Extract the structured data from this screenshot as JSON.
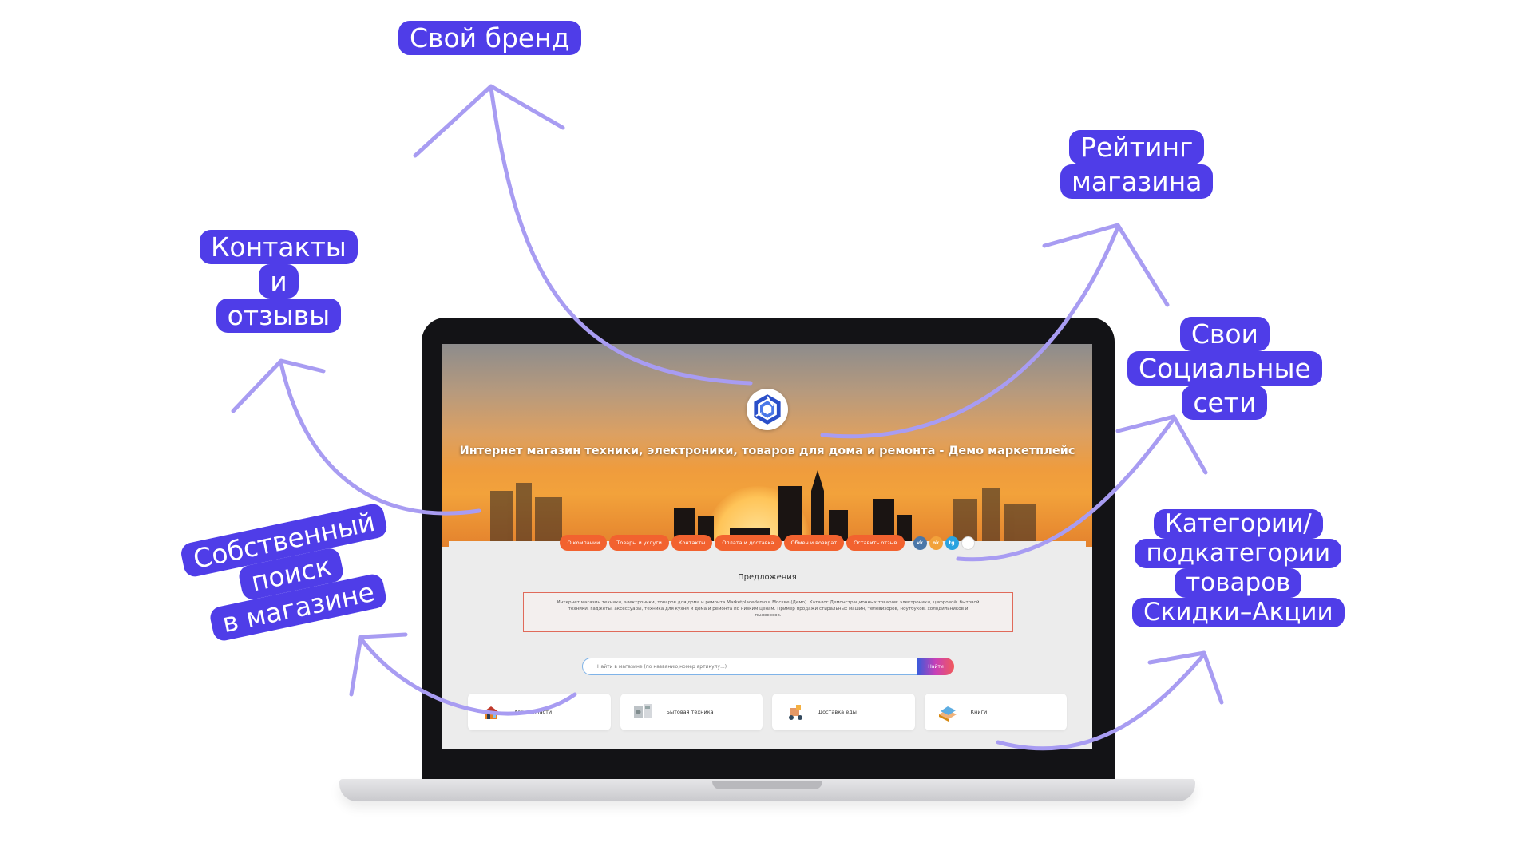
{
  "callouts": {
    "brand": [
      "Свой бренд"
    ],
    "rating": [
      "Рейтинг",
      "магазина"
    ],
    "contacts": [
      "Контакты",
      "и",
      "отзывы"
    ],
    "social": [
      "Свои",
      "Социальные",
      "сети"
    ],
    "search": [
      "Собственный",
      "поиск",
      "в магазине"
    ],
    "categories": [
      "Категории/",
      "подкатегории",
      "товаров",
      "Скидки–Акции"
    ]
  },
  "site": {
    "title": "Интернет магазин техники, электроники, товаров для дома и ремонта - Демо маркетплейс",
    "nav": [
      "О компании",
      "Товары и услуги",
      "Контакты",
      "Оплата и доставка",
      "Обмен и возврат",
      "Оставить отзыв"
    ],
    "social": [
      {
        "icon": "vk-icon",
        "label": "vk",
        "color": "#4a76a8"
      },
      {
        "icon": "ok-icon",
        "label": "ok",
        "color": "#f2a23b"
      },
      {
        "icon": "telegram-icon",
        "label": "tg",
        "color": "#2aa3e0"
      },
      {
        "icon": "more-icon",
        "label": "",
        "color": "#d9d9d9"
      }
    ],
    "offers_title": "Предложения",
    "description": "Интернет магазин техники, электроники, товаров для дома и ремонта Marketplacedemo в Москве (Демо). Каталог Демонстрационных товаров: электроники, цифровой, бытовой техники, гаджеты, аксессуары, техника для кухни и дома и ремонта по низким ценам. Пример продажи стиральных машин, телевизоров, ноутбуков, холодильников и пылесосов.",
    "search_placeholder": "Найти в магазине (по названию,номер артикулу...)",
    "search_button": "Найти",
    "categories": [
      {
        "label": "Автозапчасти",
        "icon": "auto-parts-icon"
      },
      {
        "label": "Бытовая техника",
        "icon": "appliances-icon"
      },
      {
        "label": "Доставка еды",
        "icon": "food-delivery-icon"
      },
      {
        "label": "Книги",
        "icon": "books-icon"
      }
    ]
  },
  "colors": {
    "callout_bg": "#4f3de8",
    "arrow": "#a89cf2",
    "nav_button": "#f2622f"
  }
}
